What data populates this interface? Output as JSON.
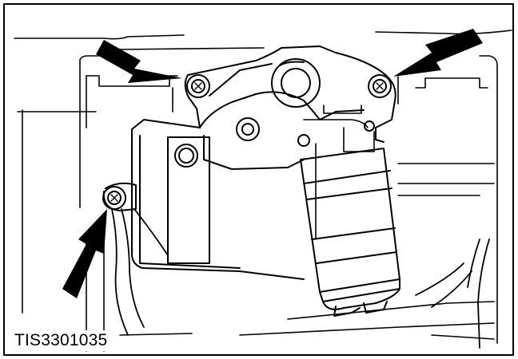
{
  "figure": {
    "reference_code": "TIS3301035",
    "line_color": "#000000",
    "background_color": "#ffffff",
    "arrow_count": 3,
    "bolt_count": 3
  }
}
